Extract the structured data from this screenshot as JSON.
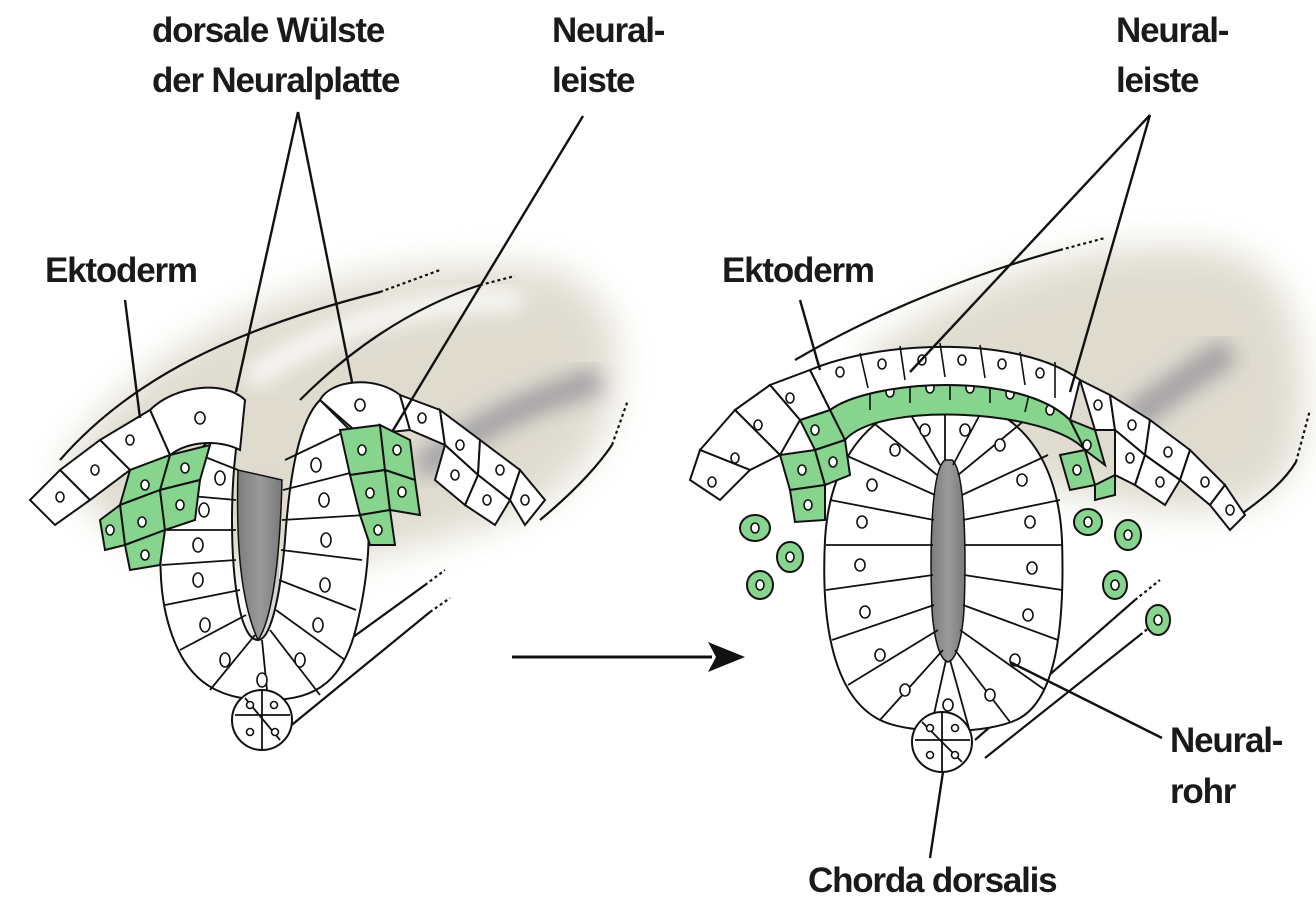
{
  "labels": {
    "left_ektoderm": "Ektoderm",
    "left_folds_line1": "dorsale Wülste",
    "left_folds_line2": "der Neuralplatte",
    "left_crest_line1": "Neural-",
    "left_crest_line2": "leiste",
    "right_ektoderm": "Ektoderm",
    "right_crest_line1": "Neural-",
    "right_crest_line2": "leiste",
    "tube_line1": "Neural-",
    "tube_line2": "rohr",
    "chorda": "Chorda dorsalis"
  },
  "colors": {
    "background": "#ffffff",
    "neural_crest_cells": "#86d48e",
    "cells": "#ffffff",
    "outline": "#111111",
    "lumen": "#8a8a8a",
    "embryo_shading": "#d8d4c6"
  },
  "icons": {
    "transition": "arrow-right-icon"
  }
}
